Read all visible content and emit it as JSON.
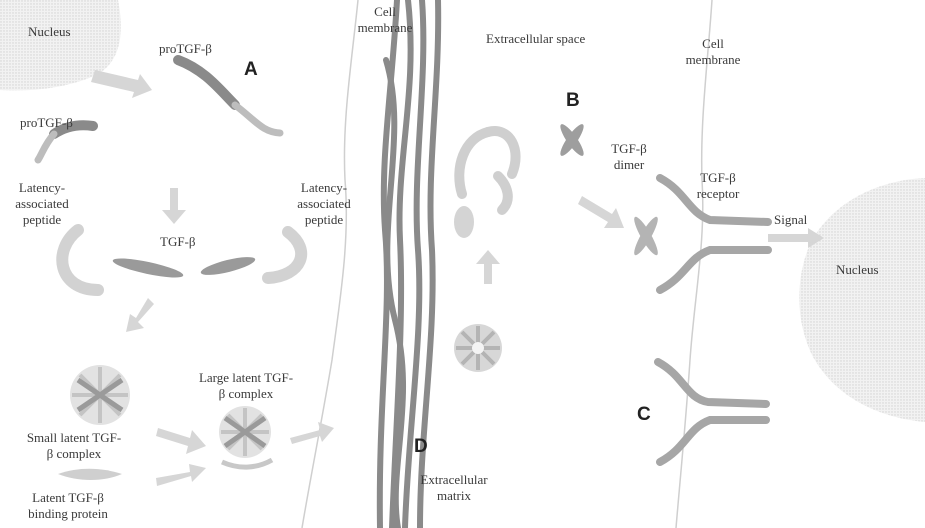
{
  "labels": {
    "nucleus_left": "Nucleus",
    "protgf_top": "proTGF-β",
    "protgf_left": "proTGF-β",
    "cell_membrane_left_1": "Cell",
    "cell_membrane_left_2": "membrane",
    "extracellular_space": "Extracellular space",
    "cell_membrane_right_1": "Cell",
    "cell_membrane_right_2": "membrane",
    "tgf_dimer_1": "TGF-β",
    "tgf_dimer_2": "dimer",
    "lap_left_1": "Latency-",
    "lap_left_2": "associated",
    "lap_left_3": "peptide",
    "lap_right_1": "Latency-",
    "lap_right_2": "associated",
    "lap_right_3": "peptide",
    "tgf_beta": "TGF-β",
    "tgf_receptor_1": "TGF-β",
    "tgf_receptor_2": "receptor",
    "signal": "Signal",
    "nucleus_right": "Nucleus",
    "large_latent_1": "Large latent TGF-",
    "large_latent_2": "β complex",
    "small_latent_1": "Small latent TGF-",
    "small_latent_2": "β complex",
    "ltbp_1": "Latent TGF-β",
    "ltbp_2": "binding protein",
    "ecm_1": "Extracellular",
    "ecm_2": "matrix"
  },
  "panels": {
    "a": "A",
    "b": "B",
    "c": "C",
    "d": "D"
  }
}
